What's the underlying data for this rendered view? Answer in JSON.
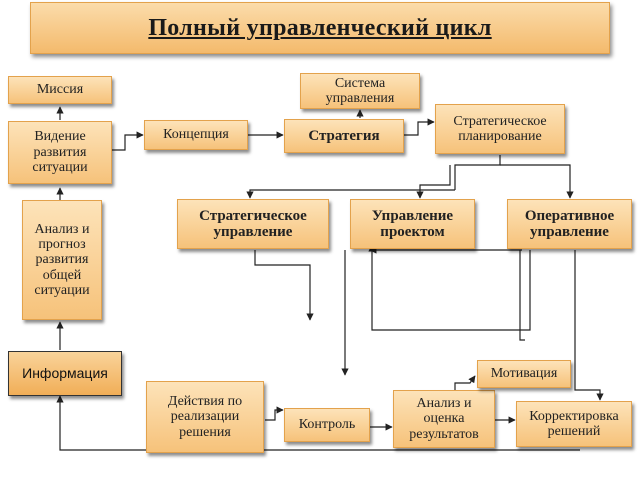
{
  "title": "Полный управленческий цикл",
  "nodes": {
    "mission": "Миссия",
    "vision": "Видение развития ситуации",
    "analysis_forecast": "Анализ и прогноз развития общей ситуации",
    "information": "Информация",
    "concept": "Концепция",
    "management_system": "Система управления",
    "strategy": "Стратегия",
    "strategic_planning": "Стратегическое планирование",
    "strategic_management": "Стратегическое управление",
    "project_management": "Управление проектом",
    "operational_management": "Оперативное управление",
    "implementation_actions": "Действия по реализации решения",
    "control": "Контроль",
    "results_analysis": "Анализ и оценка результатов",
    "motivation": "Мотивация",
    "decision_correction": "Корректировка решений"
  }
}
